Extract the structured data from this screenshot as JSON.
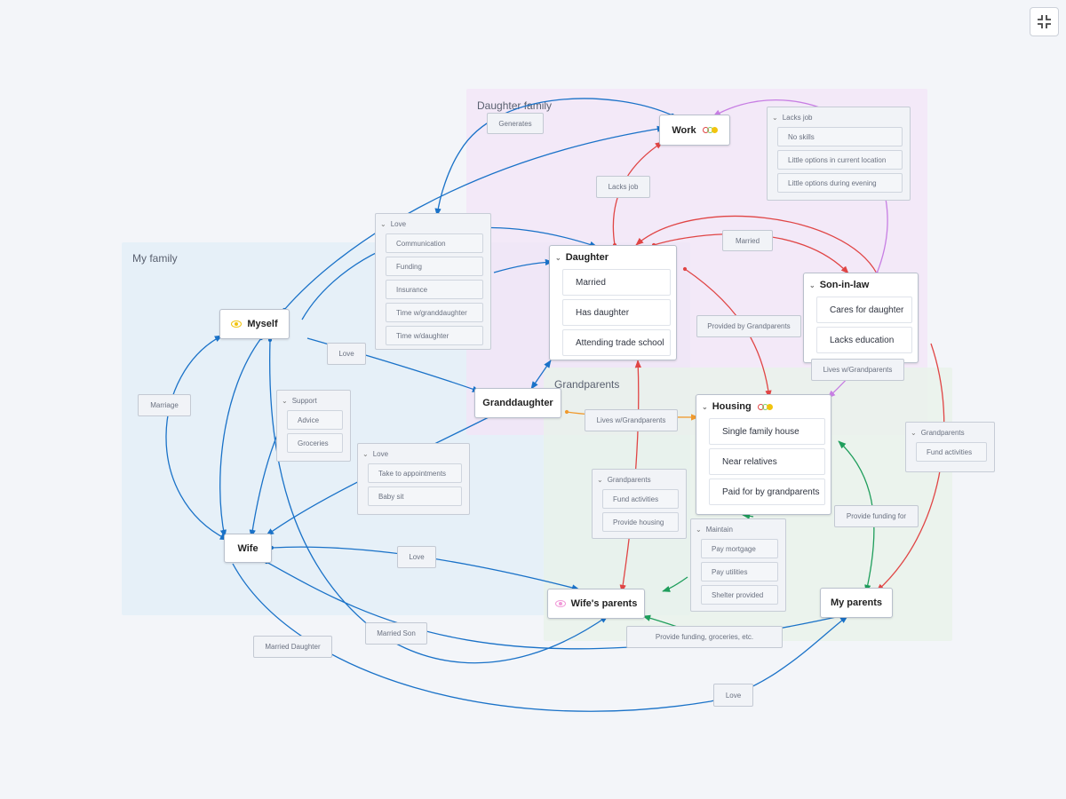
{
  "colors": {
    "blue": "#1a72c8",
    "red": "#e04545",
    "purple": "#c77ee3",
    "green": "#1f9e5c",
    "orange": "#f09a2e",
    "my_family_bg": "#e6f0f8",
    "daughter_family_bg": "#f6edf8",
    "grandparents_bg": "#ebf3ec"
  },
  "groups": {
    "my_family": "My family",
    "daughter_family": "Daughter family",
    "grandparents": "Grandparents"
  },
  "nodes": {
    "myself": {
      "label": "Myself",
      "icon": "eye-icon",
      "icon_color": "#f1c40f"
    },
    "wife": {
      "label": "Wife"
    },
    "granddaughter": {
      "label": "Granddaughter"
    },
    "work": {
      "label": "Work",
      "icon": "traffic-light-dots"
    },
    "wifes_parents": {
      "label": "Wife's parents",
      "icon": "eye-icon",
      "icon_color": "#f19ad8"
    },
    "my_parents": {
      "label": "My parents"
    },
    "daughter": {
      "label": "Daughter",
      "icon": "eye-icon",
      "icon_color": "#7fd26b",
      "items": [
        "Married",
        "Has daughter",
        "Attending trade school"
      ]
    },
    "son_in_law": {
      "label": "Son-in-law",
      "icon": "eye-icon",
      "icon_color": "#46c6e0",
      "items": [
        "Cares for daughter",
        "Lacks education"
      ]
    },
    "housing": {
      "label": "Housing",
      "icon": "traffic-light-dots",
      "items": [
        "Single family house",
        "Near relatives",
        "Paid for by grandparents"
      ]
    }
  },
  "panels": {
    "love_top": {
      "title": "Love",
      "items": [
        "Communication",
        "Funding",
        "Insurance",
        "Time w/granddaughter",
        "Time w/daughter"
      ]
    },
    "lacks_job": {
      "title": "Lacks job",
      "items": [
        "No skills",
        "Little options in current location",
        "Little options during evening"
      ]
    },
    "support": {
      "title": "Support",
      "items": [
        "Advice",
        "Groceries"
      ]
    },
    "love_mid": {
      "title": "Love",
      "items": [
        "Take to appointments",
        "Baby sit"
      ]
    },
    "grandparents_mid": {
      "title": "Grandparents",
      "items": [
        "Fund activities",
        "Provide housing"
      ]
    },
    "maintain": {
      "title": "Maintain",
      "items": [
        "Pay mortgage",
        "Pay utilities",
        "Shelter provided"
      ]
    },
    "grandparents_right": {
      "title": "Grandparents",
      "items": [
        "Fund activities"
      ]
    }
  },
  "labels": {
    "generates": "Generates",
    "lacks_job": "Lacks job",
    "married": "Married",
    "provided_by_grandparents": "Provided by Grandparents",
    "lives_w_grandparents_right": "Lives w/Grandparents",
    "lives_w_grandparents_mid": "Lives w/Grandparents",
    "love_myself": "Love",
    "marriage": "Marriage",
    "love_wife": "Love",
    "provide_funding_for": "Provide funding for",
    "married_daughter": "Married Daughter",
    "married_son": "Married Son",
    "provide_funding_groceries": "Provide funding, groceries, etc.",
    "love_bottom": "Love"
  },
  "toolbar": {
    "collapse_icon": "collapse-icon"
  }
}
